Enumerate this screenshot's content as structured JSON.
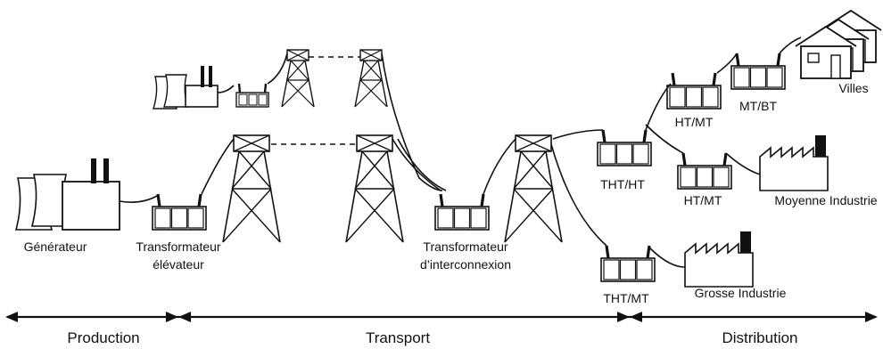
{
  "labels": {
    "generateur": "Générateur",
    "transfo_elevateur_l1": "Transformateur",
    "transfo_elevateur_l2": "élévateur",
    "transfo_inter_l1": "Transformateur",
    "transfo_inter_l2": "d’interconnexion",
    "tht_ht": "THT/HT",
    "tht_mt": "THT/MT",
    "ht_mt_top": "HT/MT",
    "ht_mt_mid": "HT/MT",
    "mt_bt": "MT/BT",
    "villes": "Villes",
    "moyenne_industrie": "Moyenne Industrie",
    "grosse_industrie": "Grosse Industrie"
  },
  "sections": {
    "production": "Production",
    "transport": "Transport",
    "distribution": "Distribution"
  }
}
